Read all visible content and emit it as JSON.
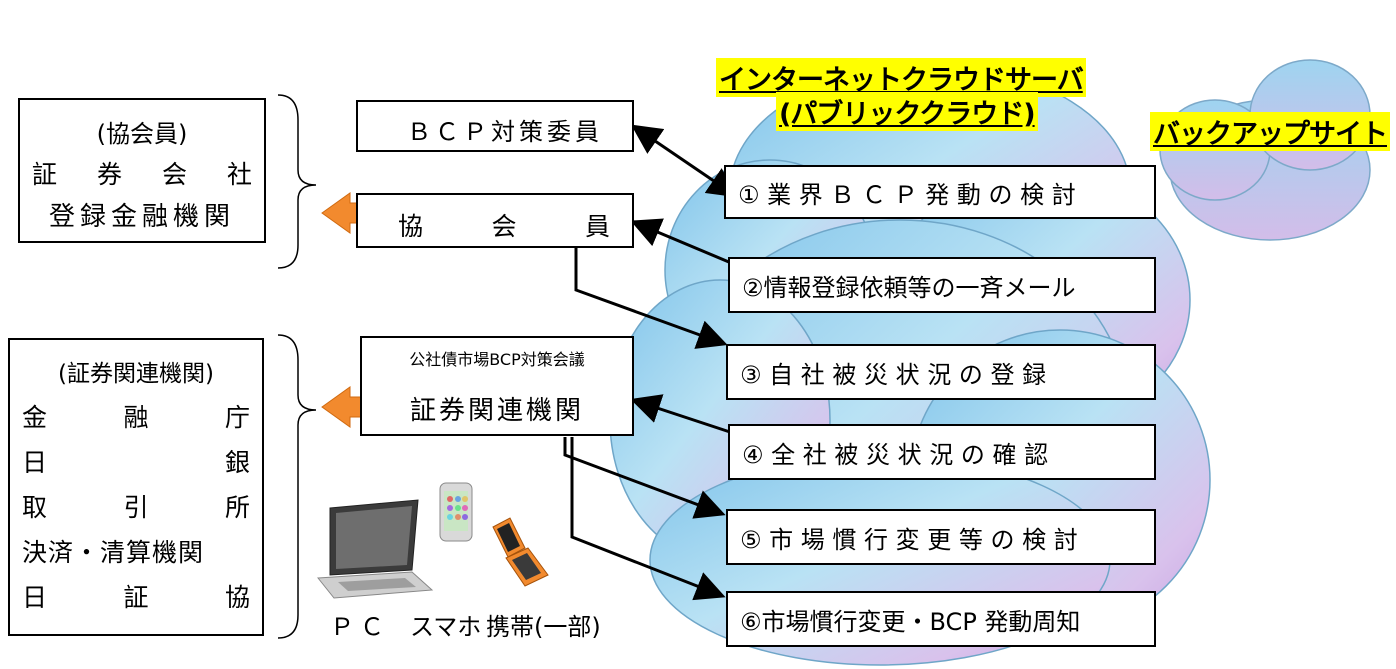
{
  "clouds": {
    "internet_title_line1": "インターネットクラウドサーバ",
    "internet_title_line2": "(パブリッククラウド)",
    "backup_title": "バックアップサイト"
  },
  "members_group": {
    "header": "(協会員)",
    "line1": [
      "証",
      "券",
      "会",
      "社"
    ],
    "line2": "登録金融機関"
  },
  "related_group": {
    "header": "(証券関連機関)",
    "rows": [
      [
        "金",
        "融",
        "庁"
      ],
      [
        "日",
        "銀"
      ],
      [
        "取",
        "引",
        "所"
      ],
      [
        "決済・清算機関"
      ],
      [
        "日",
        "証",
        "協"
      ]
    ]
  },
  "actors": {
    "bcp_committee": "ＢＣＰ対策委員",
    "member_chars": [
      "協",
      "会",
      "員"
    ],
    "related_caption": "公社債市場BCP対策会議",
    "related_label": "証券関連機関"
  },
  "steps": [
    "① 業 界 Ｂ Ｃ Ｐ 発 動 の 検 討",
    "②情報登録依頼等の一斉メール",
    "③ 自 社 被 災 状 況 の 登 録",
    "④ 全 社 被 災 状 況 の 確 認",
    "⑤ 市 場 慣 行 変 更 等 の 検 討",
    "⑥市場慣行変更・BCP 発動周知"
  ],
  "devices": {
    "pc": "ＰＣ",
    "smartphone": "スマホ",
    "mobile": "携帯(一部)"
  },
  "colors": {
    "highlight": "#ffff00",
    "orange_arrow": "#f28a2e",
    "cloud_blue": "#a9d8ef",
    "cloud_purple": "#d7b8e8"
  }
}
